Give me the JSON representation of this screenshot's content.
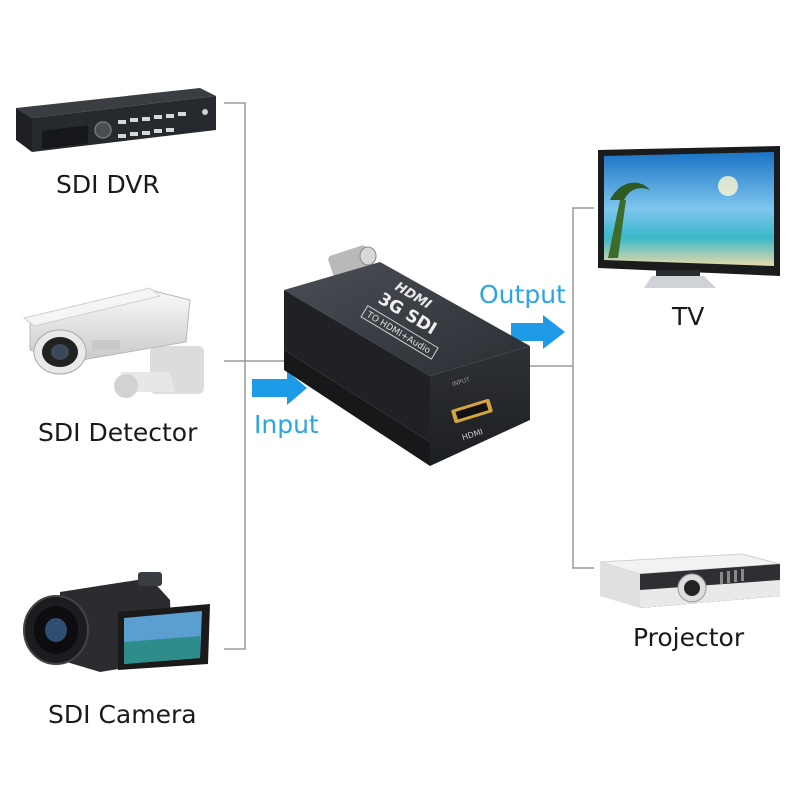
{
  "sources": [
    {
      "id": "dvr",
      "label": "SDI DVR"
    },
    {
      "id": "detector",
      "label": "SDI Detector"
    },
    {
      "id": "camera",
      "label": "SDI Camera"
    }
  ],
  "converter": {
    "brand": "HDMI",
    "model": "3G SDI",
    "subtitle": "TO HDMI+Audio",
    "port_label": "HDMI",
    "input_label": "INPUT"
  },
  "flow": {
    "input_label": "Input",
    "output_label": "Output"
  },
  "outputs": [
    {
      "id": "tv",
      "label": "TV"
    },
    {
      "id": "projector",
      "label": "Projector"
    }
  ],
  "colors": {
    "arrow": "#1e9be6",
    "line": "#9a9a9a",
    "device_dark": "#2b2e33",
    "text": "#1a1a1a"
  }
}
